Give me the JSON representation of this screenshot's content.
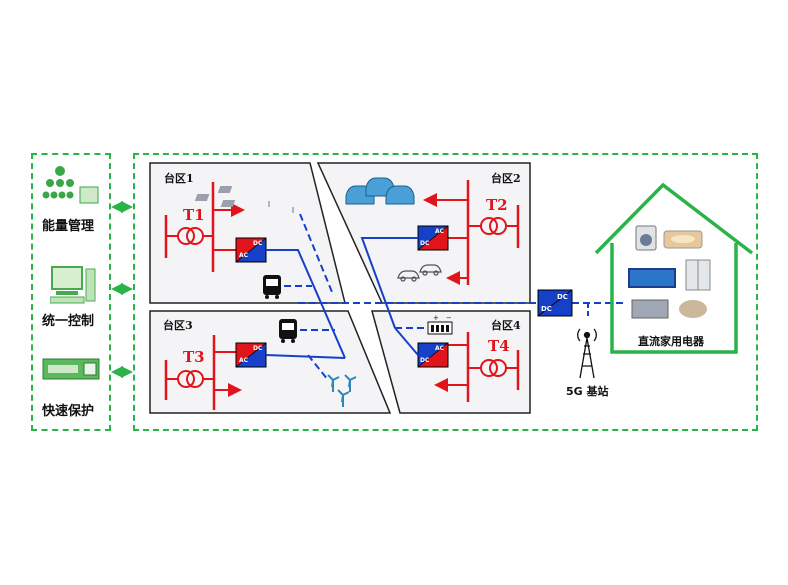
{
  "control_panel": {
    "items": [
      {
        "label": "能量管理",
        "icon": "hierarchy-icon"
      },
      {
        "label": "统一控制",
        "icon": "computer-icon"
      },
      {
        "label": "快速保护",
        "icon": "protection-device-icon"
      }
    ]
  },
  "zones": [
    {
      "label": "台区1",
      "transformer": "T1"
    },
    {
      "label": "台区2",
      "transformer": "T2"
    },
    {
      "label": "台区3",
      "transformer": "T3"
    },
    {
      "label": "台区4",
      "transformer": "T4"
    }
  ],
  "converter": {
    "ac": "AC",
    "dc": "DC"
  },
  "hub": {
    "dc_top": "DC",
    "dc_bottom": "DC"
  },
  "base_station": {
    "label": "5G 基站"
  },
  "house": {
    "label": "直流家用电器"
  },
  "colors": {
    "green": "#2bb34a",
    "red": "#e0141a",
    "blue": "#1740c8",
    "navy": "#0d2a9a"
  }
}
